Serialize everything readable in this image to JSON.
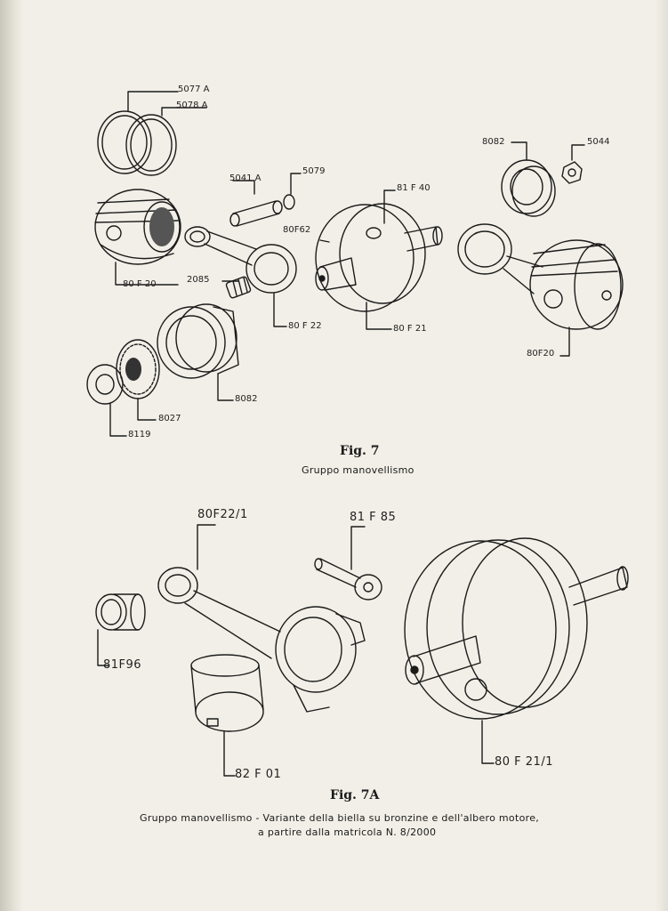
{
  "figure7": {
    "labels": {
      "p5077a": "5077 A",
      "p5078a": "5078 A",
      "p5041a": "5041 A",
      "p5079": "5079",
      "p81f40": "81 F 40",
      "p80f62": "80F62",
      "p8082_top": "8082",
      "p5044": "5044",
      "p80f20_left": "80 F 20",
      "p2085": "2085",
      "p80f22": "80 F 22",
      "p80f21": "80 F 21",
      "p80f20_right": "80F20",
      "p8082_bottom": "8082",
      "p8027": "8027",
      "p8119": "8119"
    },
    "title": "Fig. 7",
    "subtitle": "Gruppo manovellismo"
  },
  "figure7a": {
    "labels": {
      "p80f22_1": "80F22/1",
      "p81f85": "81 F 85",
      "p81f96": "81F96",
      "p82f01": "82 F 01",
      "p80f21_1": "80 F 21/1"
    },
    "title": "Fig. 7A",
    "subtitle_line1": "Gruppo manovellismo - Variante della biella su bronzine e dell'albero motore,",
    "subtitle_line2": "a partire dalla matricola N. 8/2000"
  }
}
